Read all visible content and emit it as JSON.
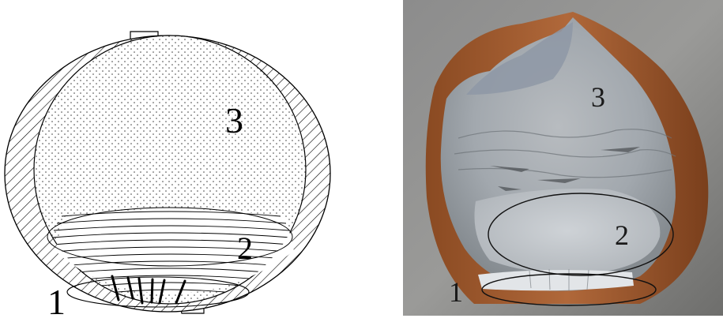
{
  "schematic": {
    "zone_labels": {
      "zone1": "1",
      "zone2": "2",
      "zone3": "3"
    }
  },
  "photo": {
    "zone_labels": {
      "zone1": "1",
      "zone2": "2",
      "zone3": "3"
    }
  }
}
